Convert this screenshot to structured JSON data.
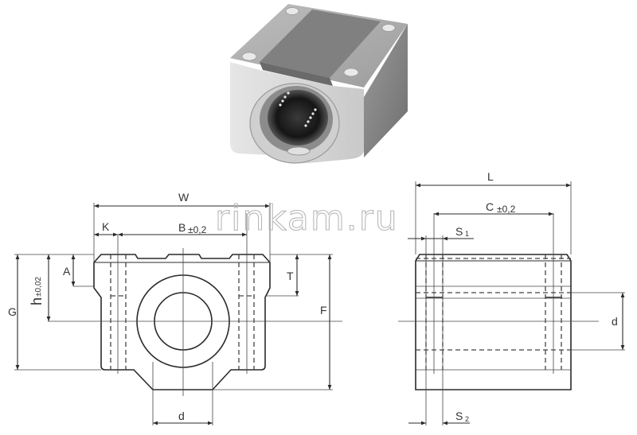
{
  "watermark": "rinkam.ru",
  "product_photo": {
    "description": "Linear bearing pillow block housing (aluminum block with ball bushing)",
    "colors": {
      "body_light": "#d9d9d9",
      "body_mid": "#a9a9a9",
      "top_channel": "#8f8f8f",
      "bore_dark": "#1e1e1e"
    }
  },
  "front_view": {
    "labels": {
      "W": "W",
      "K": "K",
      "B": "B",
      "B_tol": "±0,2",
      "A": "A",
      "h": "h",
      "h_tol": "±0,02",
      "G": "G",
      "T": "T",
      "F": "F",
      "d": "d"
    }
  },
  "side_view": {
    "labels": {
      "L": "L",
      "C": "C",
      "C_tol": "±0,2",
      "S1": "S",
      "S1_sub": "1",
      "S2": "S",
      "S2_sub": "2",
      "d": "d"
    }
  },
  "colors": {
    "line": "#2a2a2a",
    "text": "#333333",
    "watermark": "#b8b8b8",
    "background": "#ffffff"
  }
}
